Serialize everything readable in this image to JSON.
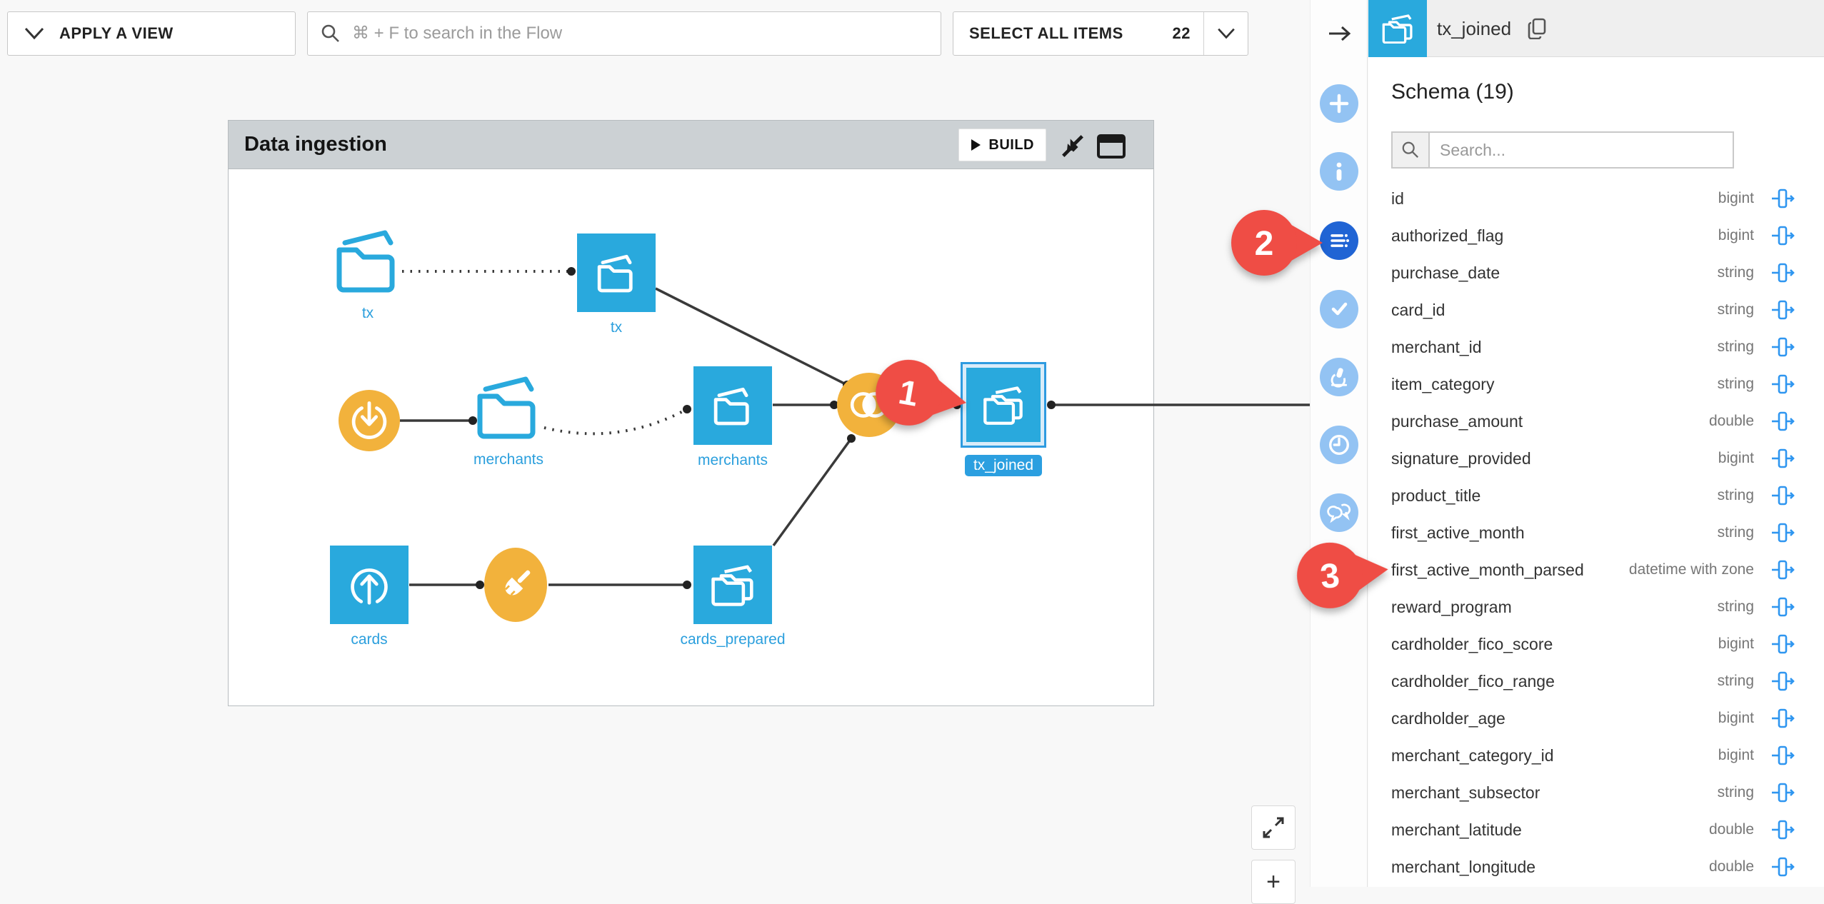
{
  "toolbar": {
    "apply_view_label": "APPLY A VIEW",
    "flow_search_placeholder": "⌘ + F to search in the Flow",
    "select_all_label": "SELECT ALL ITEMS",
    "select_all_count": "22"
  },
  "zone": {
    "title": "Data ingestion",
    "build_label": "BUILD"
  },
  "flow": {
    "nodes": [
      {
        "id": "tx-source-folder",
        "label": "tx"
      },
      {
        "id": "tx-dataset",
        "label": "tx"
      },
      {
        "id": "merchants-source-folder",
        "label": "merchants"
      },
      {
        "id": "merchants-dataset",
        "label": "merchants"
      },
      {
        "id": "cards-dataset",
        "label": "cards"
      },
      {
        "id": "cards-prepared-dataset",
        "label": "cards_prepared"
      },
      {
        "id": "tx-joined-dataset",
        "label": "tx_joined"
      }
    ]
  },
  "markers": {
    "m1": "1",
    "m2": "2",
    "m3": "3"
  },
  "canvas_controls": {
    "zoom_in_label": "+"
  },
  "sidebar": {
    "icons": [
      "collapse-arrow",
      "plus",
      "info",
      "schema",
      "checks",
      "lab",
      "history",
      "discussions"
    ]
  },
  "panel": {
    "title": "tx_joined",
    "schema_heading": "Schema (19)",
    "search_placeholder": "Search...",
    "columns": [
      {
        "name": "id",
        "type": "bigint"
      },
      {
        "name": "authorized_flag",
        "type": "bigint"
      },
      {
        "name": "purchase_date",
        "type": "string"
      },
      {
        "name": "card_id",
        "type": "string"
      },
      {
        "name": "merchant_id",
        "type": "string"
      },
      {
        "name": "item_category",
        "type": "string"
      },
      {
        "name": "purchase_amount",
        "type": "double"
      },
      {
        "name": "signature_provided",
        "type": "bigint"
      },
      {
        "name": "product_title",
        "type": "string"
      },
      {
        "name": "first_active_month",
        "type": "string"
      },
      {
        "name": "first_active_month_parsed",
        "type": "datetime with zone"
      },
      {
        "name": "reward_program",
        "type": "string"
      },
      {
        "name": "cardholder_fico_score",
        "type": "bigint"
      },
      {
        "name": "cardholder_fico_range",
        "type": "string"
      },
      {
        "name": "cardholder_age",
        "type": "bigint"
      },
      {
        "name": "merchant_category_id",
        "type": "bigint"
      },
      {
        "name": "merchant_subsector",
        "type": "string"
      },
      {
        "name": "merchant_latitude",
        "type": "double"
      },
      {
        "name": "merchant_longitude",
        "type": "double"
      }
    ]
  },
  "colors": {
    "dataset_blue": "#29a9dd",
    "recipe_yellow": "#f2b23c",
    "marker_red": "#ef4d45",
    "sidebar_active_blue": "#2064d4",
    "sidebar_inactive_blue": "#93c3f3",
    "column_icon_blue": "#2f96f0"
  }
}
